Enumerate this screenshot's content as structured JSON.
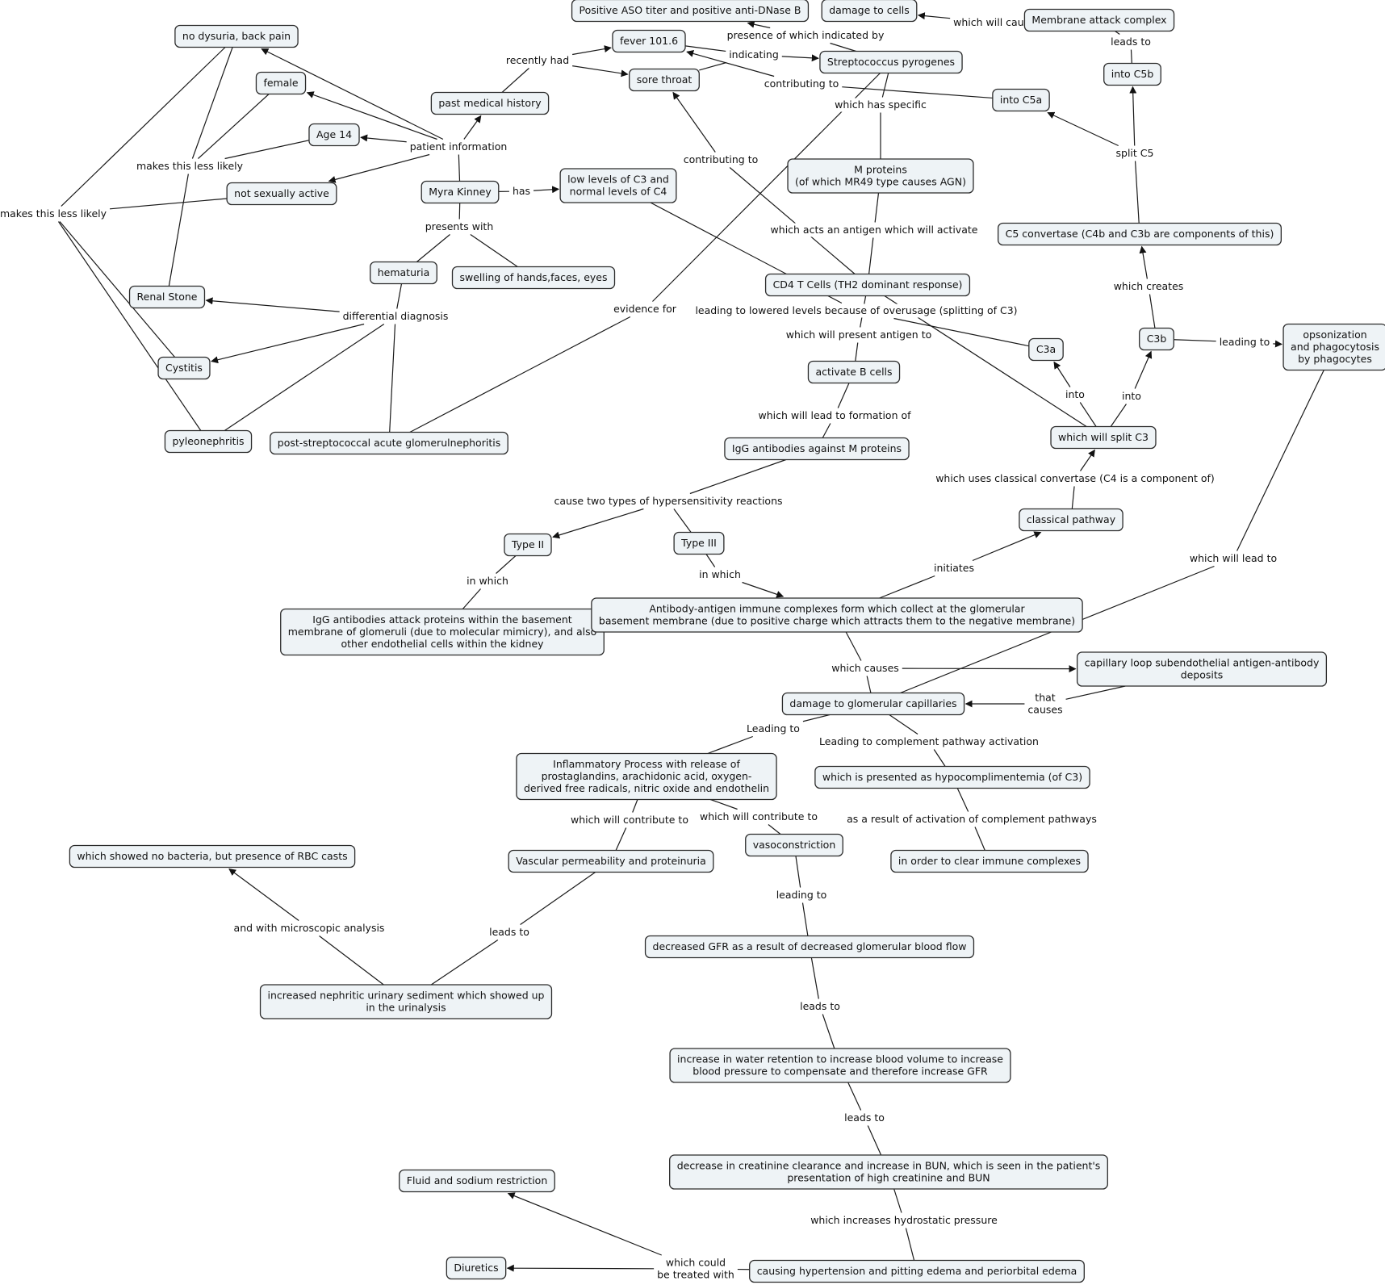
{
  "concept_map": {
    "nodes": [
      {
        "id": "aso",
        "lines": [
          "Positive ASO titer and positive anti-DNase B"
        ]
      },
      {
        "id": "dmgcells",
        "lines": [
          "damage to cells"
        ]
      },
      {
        "id": "mac",
        "lines": [
          "Membrane attack complex"
        ]
      },
      {
        "id": "nodysuria",
        "lines": [
          "no dysuria, back pain"
        ]
      },
      {
        "id": "fever",
        "lines": [
          "fever 101.6"
        ]
      },
      {
        "id": "strep",
        "lines": [
          "Streptococcus pyrogenes"
        ]
      },
      {
        "id": "c5b",
        "lines": [
          "into C5b"
        ]
      },
      {
        "id": "female",
        "lines": [
          "female"
        ]
      },
      {
        "id": "sore",
        "lines": [
          "sore throat"
        ]
      },
      {
        "id": "pmh",
        "lines": [
          "past medical history"
        ]
      },
      {
        "id": "c5a",
        "lines": [
          "into C5a"
        ]
      },
      {
        "id": "age",
        "lines": [
          "Age 14"
        ]
      },
      {
        "id": "mprot",
        "lines": [
          "M proteins",
          "(of which MR49 type causes AGN)"
        ]
      },
      {
        "id": "lowc3",
        "lines": [
          "low levels of C3 and",
          "normal levels of C4"
        ]
      },
      {
        "id": "notsex",
        "lines": [
          "not sexually active"
        ]
      },
      {
        "id": "myra",
        "lines": [
          "Myra Kinney"
        ]
      },
      {
        "id": "c5conv",
        "lines": [
          "C5 convertase (C4b and C3b are components of this)"
        ]
      },
      {
        "id": "hematuria",
        "lines": [
          "hematuria"
        ]
      },
      {
        "id": "swelling",
        "lines": [
          "swelling of hands,faces, eyes"
        ]
      },
      {
        "id": "cd4",
        "lines": [
          "CD4 T Cells (TH2 dominant response)"
        ]
      },
      {
        "id": "renal",
        "lines": [
          "Renal Stone"
        ]
      },
      {
        "id": "opson",
        "lines": [
          "opsonization",
          "and phagocytosis",
          "by phagocytes"
        ]
      },
      {
        "id": "c3b",
        "lines": [
          "C3b"
        ]
      },
      {
        "id": "c3a",
        "lines": [
          "C3a"
        ]
      },
      {
        "id": "cystitis",
        "lines": [
          "Cystitis"
        ]
      },
      {
        "id": "bcells",
        "lines": [
          "activate B cells"
        ]
      },
      {
        "id": "pyelo",
        "lines": [
          "pyleonephritis"
        ]
      },
      {
        "id": "psagn",
        "lines": [
          "post-streptococcal acute glomerulnephoritis"
        ]
      },
      {
        "id": "splitc3",
        "lines": [
          "which will split C3"
        ]
      },
      {
        "id": "igg",
        "lines": [
          "IgG antibodies against M proteins"
        ]
      },
      {
        "id": "classical",
        "lines": [
          "classical pathway"
        ]
      },
      {
        "id": "type2",
        "lines": [
          "Type II"
        ]
      },
      {
        "id": "type3",
        "lines": [
          "Type III"
        ]
      },
      {
        "id": "iggattack",
        "lines": [
          "IgG antibodies attack proteins within the basement",
          "membrane of glomeruli (due to molecular mimicry), and also",
          "other endothelial cells within the kidney"
        ]
      },
      {
        "id": "complexes",
        "lines": [
          "Antibody-antigen immune complexes form which collect at the glomerular",
          "basement membrane (due to positive charge which attracts them to the negative membrane)"
        ]
      },
      {
        "id": "capillary",
        "lines": [
          "capillary loop subendothelial antigen-antibody",
          "deposits"
        ]
      },
      {
        "id": "damage",
        "lines": [
          "damage to glomerular capillaries"
        ]
      },
      {
        "id": "inflam",
        "lines": [
          "Inflammatory Process with release of",
          "prostaglandins, arachidonic acid, oxygen-",
          "derived free radicals, nitric oxide and endothelin"
        ]
      },
      {
        "id": "hypo",
        "lines": [
          "which is presented as hypocomplimentemia (of C3)"
        ]
      },
      {
        "id": "rbc",
        "lines": [
          "which showed no bacteria, but presence of RBC casts"
        ]
      },
      {
        "id": "vasc",
        "lines": [
          "Vascular permeability and proteinuria"
        ]
      },
      {
        "id": "vaso",
        "lines": [
          "vasoconstriction"
        ]
      },
      {
        "id": "clear",
        "lines": [
          "in order to clear immune complexes"
        ]
      },
      {
        "id": "gfr",
        "lines": [
          "decreased GFR as a result of decreased glomerular blood flow"
        ]
      },
      {
        "id": "sediment",
        "lines": [
          "increased nephritic urinary sediment which showed up",
          "in the urinalysis"
        ]
      },
      {
        "id": "water",
        "lines": [
          "increase in water retention to increase blood volume to increase",
          "blood pressure to compensate and therefore increase GFR"
        ]
      },
      {
        "id": "creat",
        "lines": [
          "decrease in creatinine clearance and increase in BUN, which is seen in the patient's",
          "presentation of high creatinine and BUN"
        ]
      },
      {
        "id": "fluid",
        "lines": [
          "Fluid and sodium restriction"
        ]
      },
      {
        "id": "diuretics",
        "lines": [
          "Diuretics"
        ]
      },
      {
        "id": "htn",
        "lines": [
          "causing hypertension and pitting edema and periorbital edema"
        ]
      }
    ],
    "links": [
      {
        "id": "presence",
        "lines": [
          "presence of which indicated by"
        ]
      },
      {
        "id": "willcause",
        "lines": [
          "which will cause"
        ]
      },
      {
        "id": "leadsto_c5b",
        "lines": [
          "leads to"
        ]
      },
      {
        "id": "recently",
        "lines": [
          "recently had"
        ]
      },
      {
        "id": "indicating",
        "lines": [
          "indicating"
        ]
      },
      {
        "id": "contrib1",
        "lines": [
          "contributing to"
        ]
      },
      {
        "id": "hasspecific",
        "lines": [
          "which has specific"
        ]
      },
      {
        "id": "patientinfo",
        "lines": [
          "patient information"
        ]
      },
      {
        "id": "splitc5",
        "lines": [
          "split C5"
        ]
      },
      {
        "id": "contrib2",
        "lines": [
          "contributing to"
        ]
      },
      {
        "id": "lesslikely1",
        "lines": [
          "makes this less likely"
        ]
      },
      {
        "id": "has",
        "lines": [
          "has"
        ]
      },
      {
        "id": "lesslikely2",
        "lines": [
          "makes this less likely"
        ]
      },
      {
        "id": "antigen",
        "lines": [
          "which acts an antigen which will activate"
        ]
      },
      {
        "id": "presents",
        "lines": [
          "presents with"
        ]
      },
      {
        "id": "creates",
        "lines": [
          "which creates"
        ]
      },
      {
        "id": "evidence",
        "lines": [
          "evidence for"
        ]
      },
      {
        "id": "lowered",
        "lines": [
          "leading to lowered levels because of overusage (splitting of C3)"
        ]
      },
      {
        "id": "differential",
        "lines": [
          "differential diagnosis"
        ]
      },
      {
        "id": "presentag",
        "lines": [
          "which will present antigen to"
        ]
      },
      {
        "id": "leadingto_ops",
        "lines": [
          "leading to"
        ]
      },
      {
        "id": "into_c3a",
        "lines": [
          "into"
        ]
      },
      {
        "id": "into_c3b",
        "lines": [
          "into"
        ]
      },
      {
        "id": "formation",
        "lines": [
          "which will lead to formation of"
        ]
      },
      {
        "id": "usesclassical",
        "lines": [
          "which uses classical convertase (C4 is a component of)"
        ]
      },
      {
        "id": "hyper",
        "lines": [
          "cause two types of hypersensitivity reactions"
        ]
      },
      {
        "id": "leadto_dmg",
        "lines": [
          "which will lead to"
        ]
      },
      {
        "id": "inwhich2",
        "lines": [
          "in which"
        ]
      },
      {
        "id": "inwhich3",
        "lines": [
          "in which"
        ]
      },
      {
        "id": "initiates",
        "lines": [
          "initiates"
        ]
      },
      {
        "id": "causes",
        "lines": [
          "which causes"
        ]
      },
      {
        "id": "thatcauses",
        "lines": [
          "that",
          "causes"
        ]
      },
      {
        "id": "leading_inf",
        "lines": [
          "Leading to"
        ]
      },
      {
        "id": "leading_comp",
        "lines": [
          "Leading to complement pathway activation"
        ]
      },
      {
        "id": "contrib3",
        "lines": [
          "which will contribute to"
        ]
      },
      {
        "id": "contrib4",
        "lines": [
          "which will contribute to"
        ]
      },
      {
        "id": "asresult",
        "lines": [
          "as a result of activation of complement pathways"
        ]
      },
      {
        "id": "leadingto_gfr",
        "lines": [
          "leading to"
        ]
      },
      {
        "id": "microscopic",
        "lines": [
          "and with microscopic analysis"
        ]
      },
      {
        "id": "leadsto_sed",
        "lines": [
          "leads to"
        ]
      },
      {
        "id": "leadsto_water",
        "lines": [
          "leads to"
        ]
      },
      {
        "id": "leadsto_creat",
        "lines": [
          "leads to"
        ]
      },
      {
        "id": "hydro",
        "lines": [
          "which increases hydrostatic pressure"
        ]
      },
      {
        "id": "treated",
        "lines": [
          "which could",
          "be treated with"
        ]
      }
    ]
  }
}
